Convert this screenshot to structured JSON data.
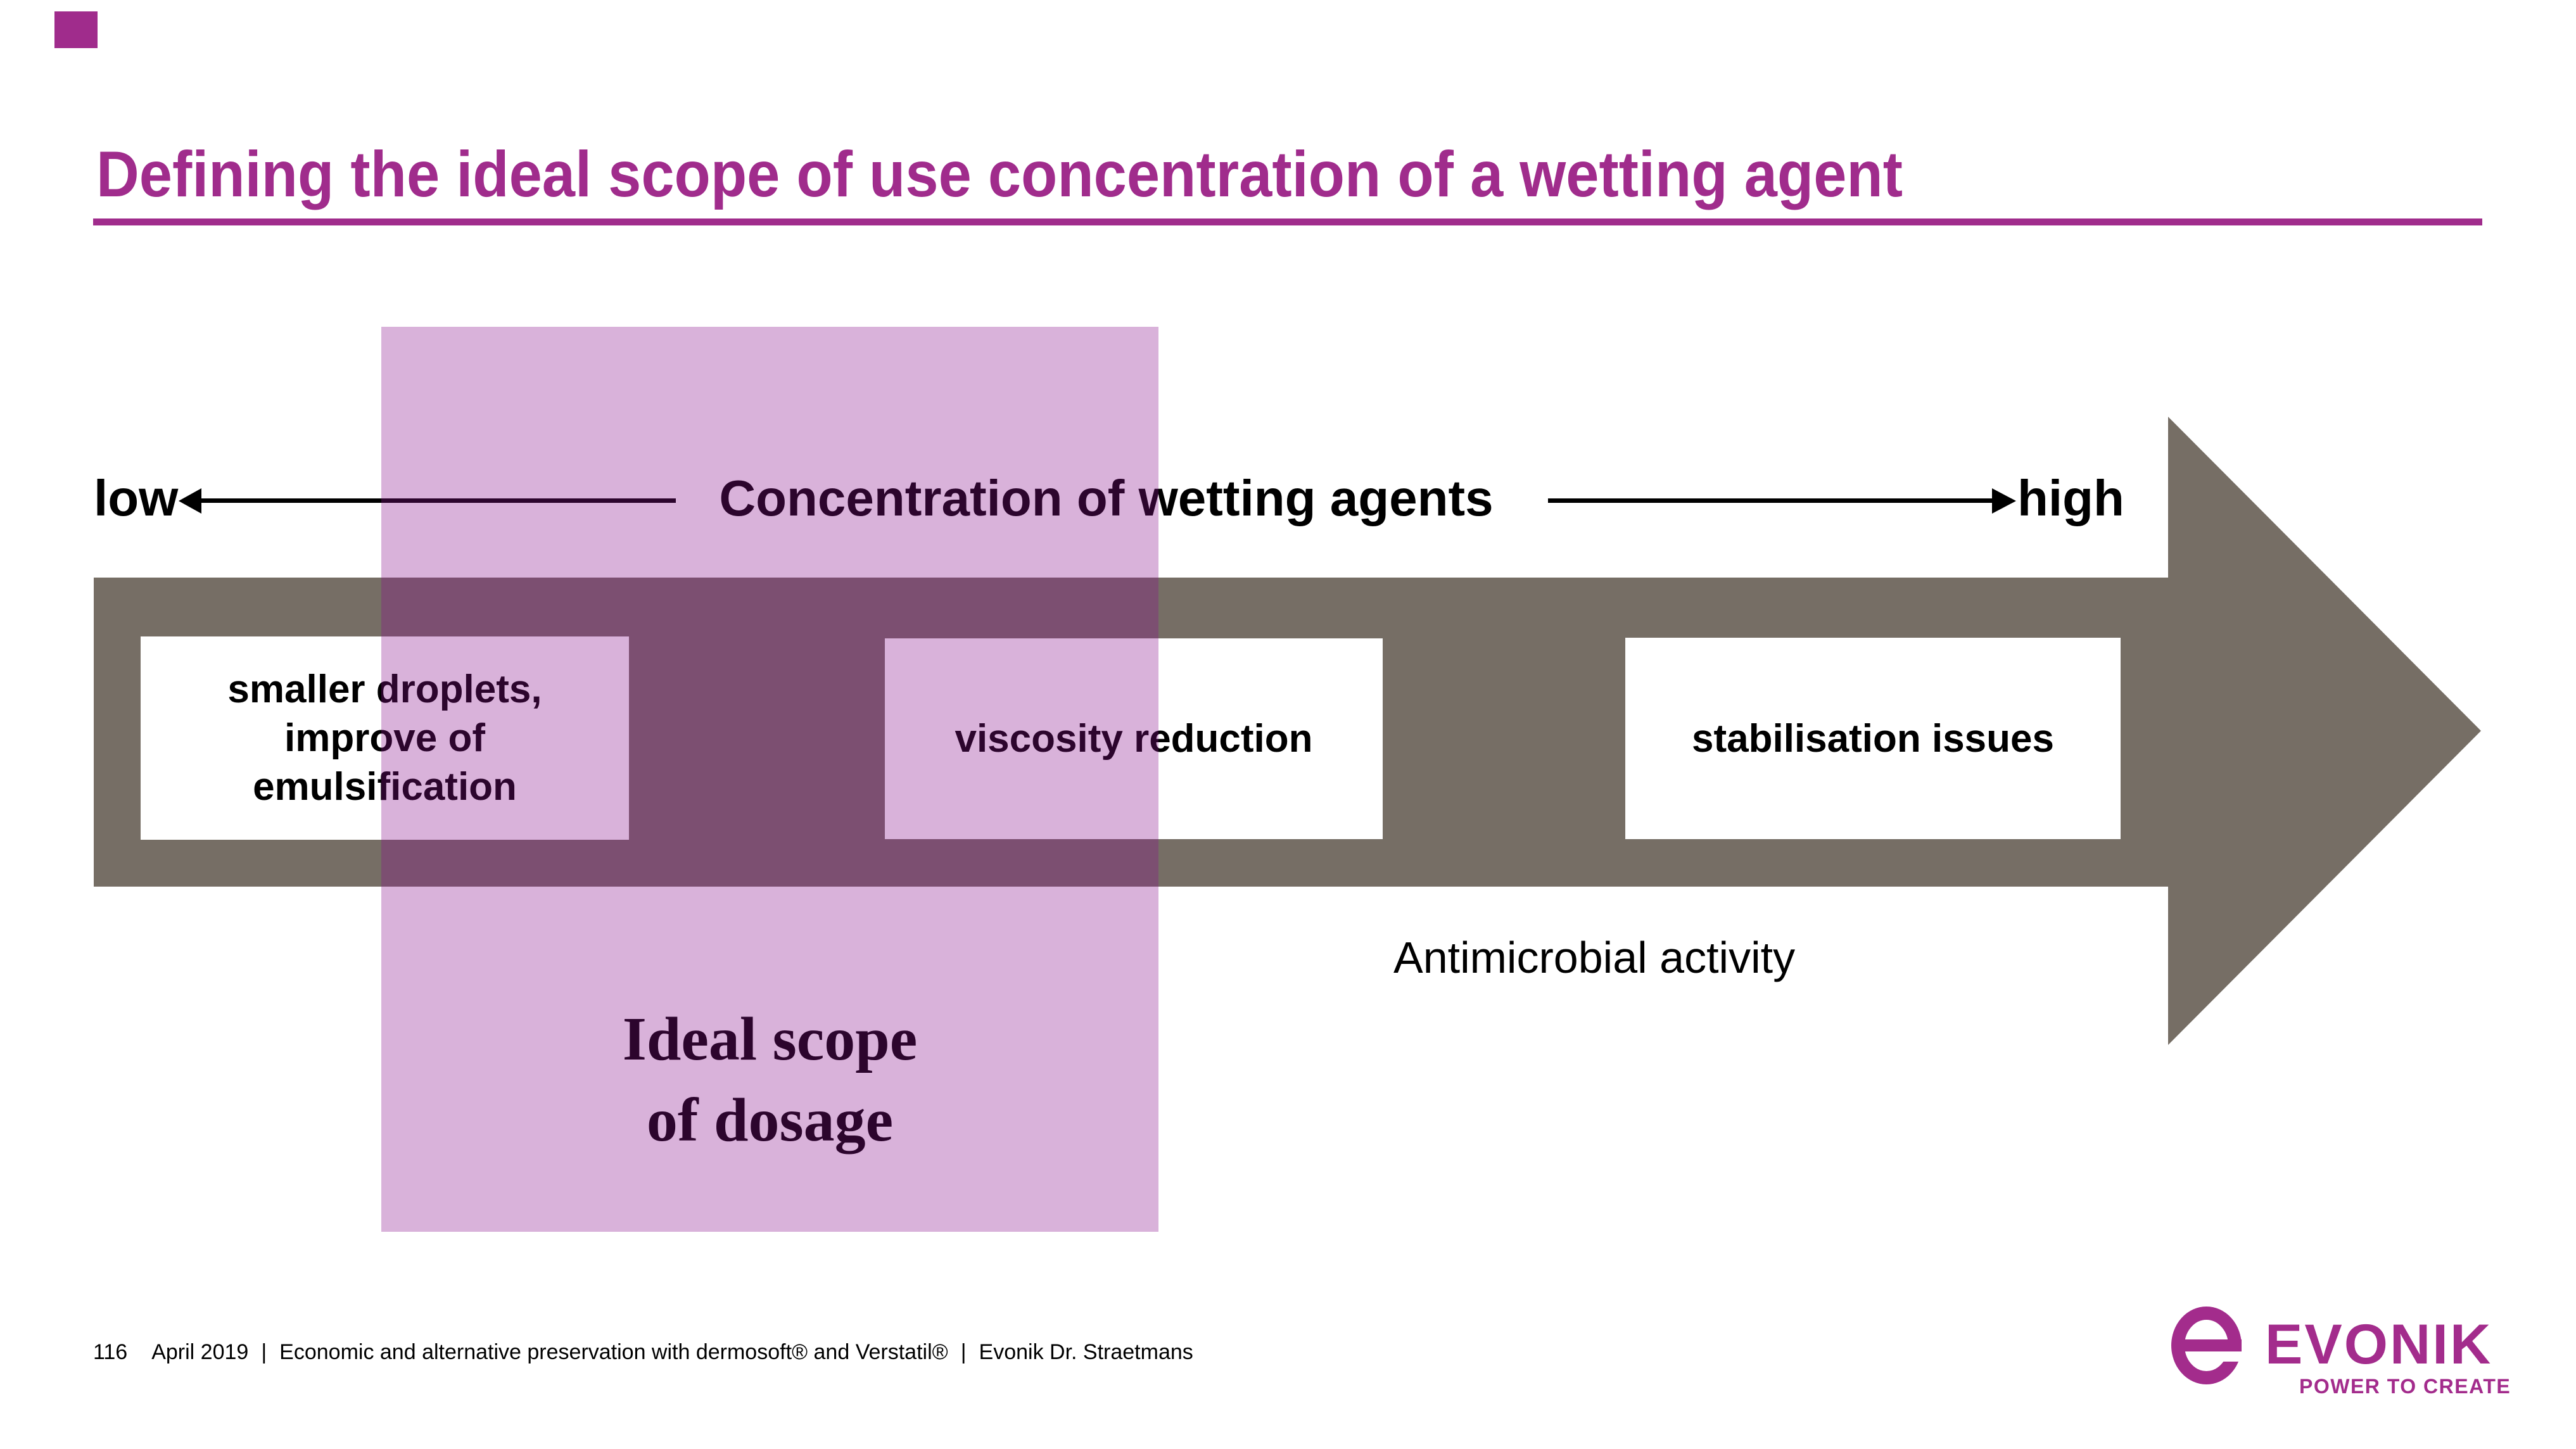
{
  "slide": {
    "title": "Defining the ideal scope of use concentration of a wetting agent",
    "axis": {
      "left_label": "low",
      "center_label": "Concentration of wetting agents",
      "right_label": "high"
    },
    "boxes": [
      {
        "lines": [
          "smaller droplets,",
          "improve of",
          "emulsification"
        ]
      },
      {
        "lines": [
          "viscosity reduction"
        ]
      },
      {
        "lines": [
          "stabilisation issues"
        ]
      }
    ],
    "arrow_label": "Antimicrobial activity",
    "highlight": {
      "line1": "Ideal scope",
      "line2": "of dosage"
    },
    "footer": {
      "page_number": "116",
      "date": "April 2019",
      "separator": "|",
      "description": "Economic and alternative preservation with dermosoft® and Verstatil®",
      "author": "Evonik Dr. Straetmans"
    },
    "logo": {
      "brand": "EVONIK",
      "tagline": "POWER TO CREATE"
    },
    "colors": {
      "accent_magenta": "#A02C8C",
      "logo_magenta": "#A32C8C",
      "arrow_gray": "#766E65",
      "overlay_pink": "rgba(136,14,139,0.32)",
      "text_black": "#000000",
      "background": "#FFFFFF"
    }
  }
}
